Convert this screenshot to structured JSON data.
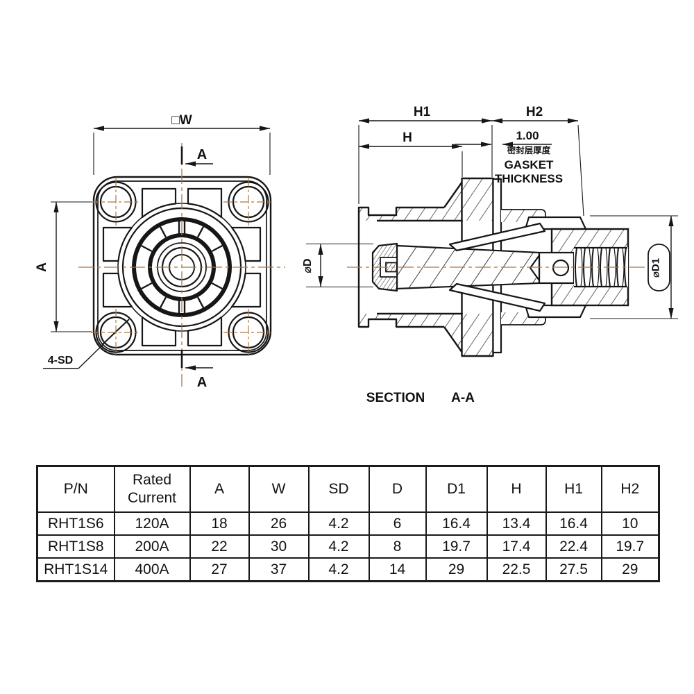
{
  "front_view": {
    "width_dim": "□W",
    "height_dim": "A",
    "holes_label": "4-SD",
    "cut_marker": "A"
  },
  "section_view": {
    "h": "H",
    "h1": "H1",
    "h2": "H2",
    "gasket_thickness_value": "1.00",
    "gasket_label_zh": "密封层厚度",
    "gasket_label_en_1": "GASKET",
    "gasket_label_en_2": "THICKNESS",
    "bore_dim": "⌀D",
    "thread_dim": "⌀D1",
    "caption_word": "SECTION",
    "caption_ref": "A-A"
  },
  "colors": {
    "line": "#161616",
    "centerline": "#ad7742"
  },
  "table": {
    "columns": [
      "P/N",
      "Rated Current",
      "A",
      "W",
      "SD",
      "D",
      "D1",
      "H",
      "H1",
      "H2"
    ],
    "rows": [
      [
        "RHT1S6",
        "120A",
        "18",
        "26",
        "4.2",
        "6",
        "16.4",
        "13.4",
        "16.4",
        "10"
      ],
      [
        "RHT1S8",
        "200A",
        "22",
        "30",
        "4.2",
        "8",
        "19.7",
        "17.4",
        "22.4",
        "19.7"
      ],
      [
        "RHT1S14",
        "400A",
        "27",
        "37",
        "4.2",
        "14",
        "29",
        "22.5",
        "27.5",
        "29"
      ]
    ]
  }
}
